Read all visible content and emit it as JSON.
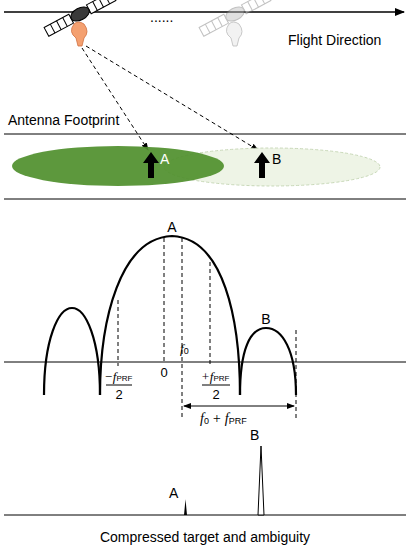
{
  "diagram": {
    "labels": [
      "Flight Direction",
      "......",
      "Antenna Footprint",
      "A",
      "B",
      "A",
      "B",
      "−f",
      "PRF",
      "2",
      "0",
      "f",
      "0",
      "+f",
      "PRF",
      "2",
      "f",
      "0",
      "+ f",
      "PRF",
      "A",
      "B",
      "Compressed target and ambiguity"
    ]
  }
}
